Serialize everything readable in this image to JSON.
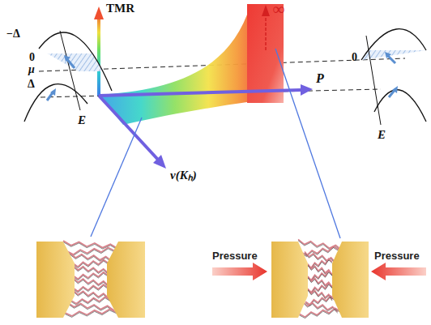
{
  "diagram": {
    "labels": [
      "TMR",
      "∞",
      "−Δ",
      "0",
      "μ",
      "Δ",
      "P",
      "0",
      "E",
      "E",
      "v(Kₕ)",
      "Pressure",
      "Pressure"
    ]
  }
}
